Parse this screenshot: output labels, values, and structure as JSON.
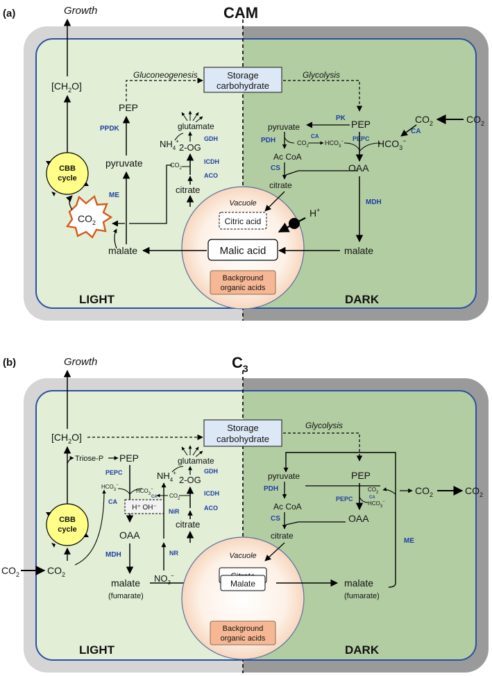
{
  "panel_a": {
    "label": "(a)",
    "title": "CAM",
    "growth": "Growth",
    "ch2o": "[CH",
    "ch2o_sub": "2",
    "ch2o_end": "O]",
    "gluconeogenesis": "Gluconeogenesis",
    "glycolysis": "Glycolysis",
    "storage_line1": "Storage",
    "storage_line2": "carbohydrate",
    "cbb_line1": "CBB",
    "cbb_line2": "cycle",
    "co2": "CO",
    "sub2": "2",
    "pep": "PEP",
    "pyruvate": "pyruvate",
    "malate": "malate",
    "nh4": "NH",
    "nh4_sup": "4",
    "plus": "+",
    "glutamate": "glutamate",
    "two_og": "2-OG",
    "citrate": "citrate",
    "acoa": "Ac CoA",
    "oaa": "OAA",
    "hco3": "HCO",
    "hco3_sub": "3",
    "minus": "−",
    "hplus": "H",
    "vacuole": "Vacuole",
    "citric_acid": "Citric acid",
    "malic_acid": "Malic acid",
    "bg_line1": "Background",
    "bg_line2": "organic acids",
    "light": "LIGHT",
    "dark": "DARK",
    "enzymes": {
      "ppdk": "PPDK",
      "me": "ME",
      "gdh": "GDH",
      "icdh": "ICDH",
      "aco": "ACO",
      "pk": "PK",
      "pdh": "PDH",
      "ca": "CA",
      "pepc": "PEPC",
      "cs": "CS",
      "mdh": "MDH"
    }
  },
  "panel_b": {
    "label": "(b)",
    "title": "C",
    "title_sub": "3",
    "growth": "Growth",
    "ch2o": "[CH",
    "ch2o_sub": "2",
    "ch2o_end": "O]",
    "glycolysis": "Glycolysis",
    "storage_line1": "Storage",
    "storage_line2": "carbohydrate",
    "triose": "Triose-P",
    "pep": "PEP",
    "cbb_line1": "CBB",
    "cbb_line2": "cycle",
    "co2": "CO",
    "sub2": "2",
    "hco3": "HCO",
    "hco3_sub": "3",
    "minus": "−",
    "hoh": "H⁺  OH⁻",
    "nh4": "NH",
    "nh4_sup": "4",
    "plus": "+",
    "glutamate": "glutamate",
    "two_og": "2-OG",
    "citrate": "citrate",
    "no3": "NO",
    "no3_sub": "3",
    "oaa": "OAA",
    "malate": "malate",
    "fumarate": "(fumarate)",
    "pyruvate": "pyruvate",
    "acoa": "Ac CoA",
    "vacuole": "Vacuole",
    "citrate_box": "Citrate",
    "malate_box": "Malate",
    "bg_line1": "Background",
    "bg_line2": "organic acids",
    "light": "LIGHT",
    "dark": "DARK",
    "enzymes": {
      "pepc": "PEPC",
      "ca": "CA",
      "mdh": "MDH",
      "nir": "NiR",
      "nr": "NR",
      "gdh": "GDH",
      "icdh": "ICDH",
      "aco": "ACO",
      "pdh": "PDH",
      "cs": "CS",
      "me": "ME"
    }
  },
  "colors": {
    "light_bg": "#e2eed6",
    "dark_bg": "#b3cda3",
    "outer_light": "#d5d5d5",
    "outer_dark": "#9a9a9a",
    "cell_border": "#2b4fa0",
    "storage_box": "#dde8f7",
    "cbb": "#ffff88",
    "bg_acids": "#f6b894",
    "enzyme": "#1f3fa0"
  }
}
